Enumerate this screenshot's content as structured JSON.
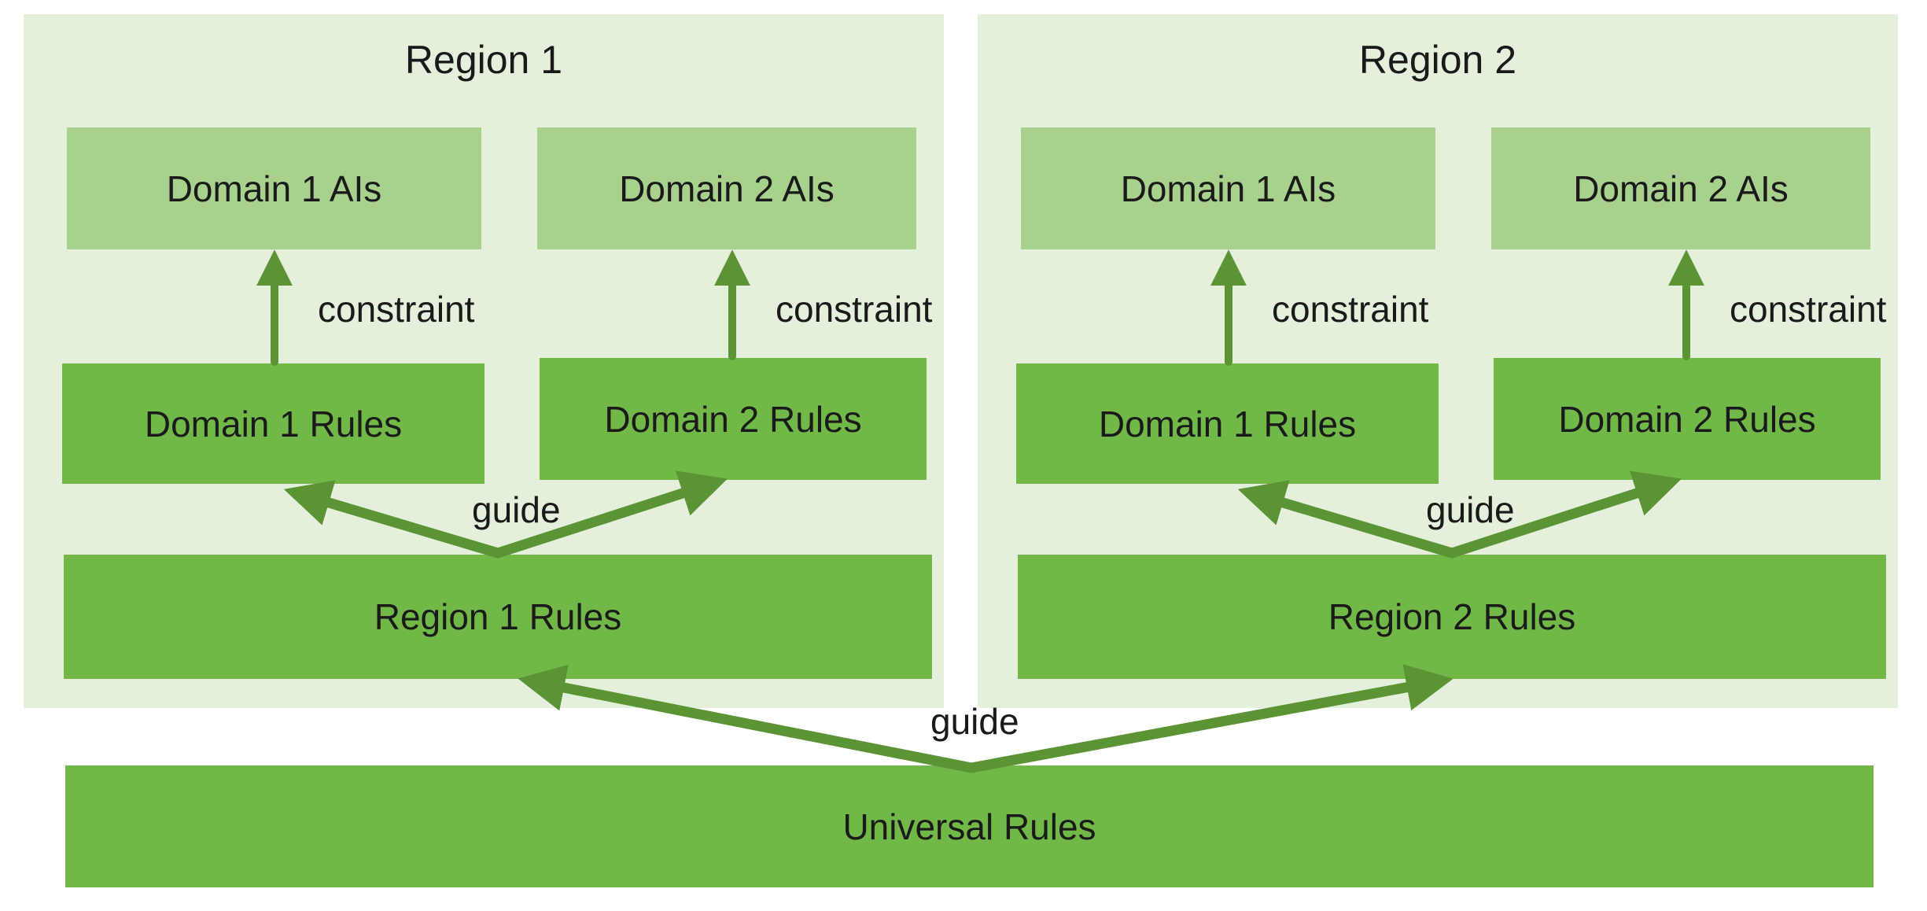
{
  "regions": [
    {
      "title": "Region 1",
      "domain_ais": [
        "Domain 1 AIs",
        "Domain 2 AIs"
      ],
      "domain_rules": [
        "Domain 1 Rules",
        "Domain 2 Rules"
      ],
      "region_rules": "Region 1 Rules",
      "constraint_labels": [
        "constraint",
        "constraint"
      ],
      "guide_label": "guide"
    },
    {
      "title": "Region 2",
      "domain_ais": [
        "Domain 1 AIs",
        "Domain 2 AIs"
      ],
      "domain_rules": [
        "Domain 1 Rules",
        "Domain 2 Rules"
      ],
      "region_rules": "Region 2 Rules",
      "constraint_labels": [
        "constraint",
        "constraint"
      ],
      "guide_label": "guide"
    }
  ],
  "universal": {
    "label": "Universal Rules",
    "guide_label": "guide"
  },
  "colors": {
    "region_panel": "#e4f0db",
    "ais_box": "#a9d18e",
    "rules_box": "#72b848",
    "arrow": "#5a9434",
    "text": "#1a1a1a",
    "page_background": "#ffffff"
  }
}
